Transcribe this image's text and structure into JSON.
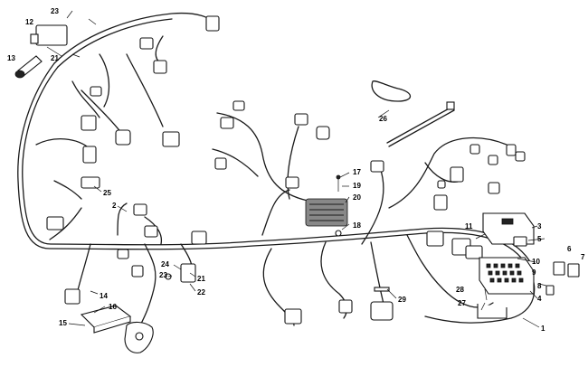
{
  "callouts": {
    "c1": "1",
    "c2": "2",
    "c3": "3",
    "c4": "4",
    "c5": "5",
    "c6": "6",
    "c7": "7",
    "c8": "8",
    "c9": "9",
    "c10": "10",
    "c11": "11",
    "c12": "12",
    "c13": "13",
    "c14": "14",
    "c15": "15",
    "c16": "16",
    "c17": "17",
    "c18": "18",
    "c19": "19",
    "c20": "20",
    "c21a": "21",
    "c21b": "21",
    "c22": "22",
    "c23a": "23",
    "c23b": "23",
    "c24": "24",
    "c25": "25",
    "c26": "26",
    "c27": "27",
    "c28": "28",
    "c29": "29"
  }
}
